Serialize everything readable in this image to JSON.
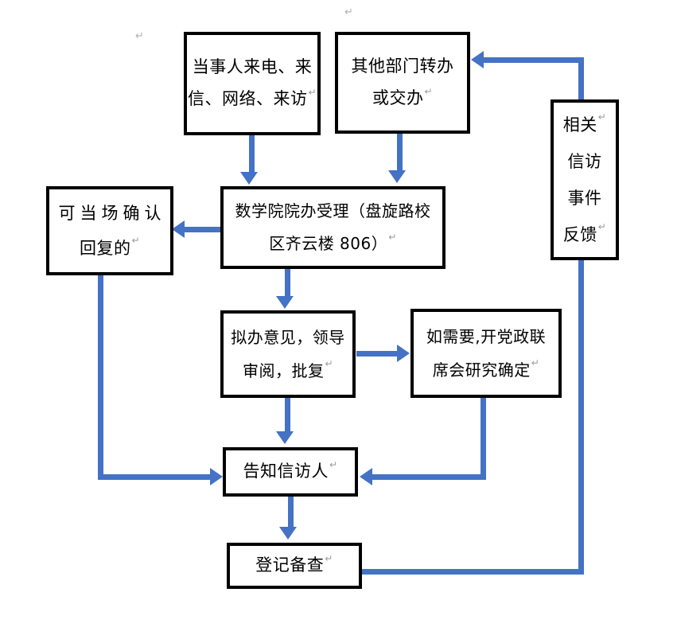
{
  "diagram": {
    "type": "flowchart",
    "title": "数学院信访受理流程图",
    "accent_color": "#4472C4",
    "border_color": "#000000",
    "background_color": "#ffffff",
    "pilcrow": "↵"
  },
  "nodes": [
    {
      "id": "party-contact",
      "name": "当事人来电、来信、网络、来访",
      "lines": [
        "当事人来电、来",
        "信、网络、来访"
      ]
    },
    {
      "id": "other-dept",
      "name": "其他部门转办或交办",
      "lines": [
        "其他部门转办",
        "或交办"
      ]
    },
    {
      "id": "feedback",
      "name": "相关信访事件反馈",
      "lines": [
        "相关",
        "信访",
        "事件",
        "反馈"
      ]
    },
    {
      "id": "onsite-reply",
      "name": "可当场确认回复的",
      "lines": [
        "可当场确认",
        "回复的"
      ]
    },
    {
      "id": "reception",
      "name": "数学院院办受理（盘旋路校区齐云楼806）",
      "lines": [
        "数学院院办受理（盘旋路校",
        "区齐云楼 806）"
      ]
    },
    {
      "id": "opinion",
      "name": "拟办意见，领导审阅，批复",
      "lines": [
        "拟办意见，领导",
        "审阅，批复"
      ]
    },
    {
      "id": "meeting",
      "name": "如需要,开党政联席会研究确定",
      "lines": [
        "如需要,开党政联",
        "席会研究确定"
      ]
    },
    {
      "id": "notify",
      "name": "告知信访人",
      "lines": [
        "告知信访人"
      ]
    },
    {
      "id": "register",
      "name": "登记备查",
      "lines": [
        "登记备查"
      ]
    }
  ],
  "edges": [
    {
      "from": "party-contact",
      "to": "reception",
      "direction": "down"
    },
    {
      "from": "other-dept",
      "to": "reception",
      "direction": "down"
    },
    {
      "from": "reception",
      "to": "onsite-reply",
      "direction": "left"
    },
    {
      "from": "reception",
      "to": "opinion",
      "direction": "down"
    },
    {
      "from": "opinion",
      "to": "meeting",
      "direction": "right"
    },
    {
      "from": "opinion",
      "to": "notify",
      "direction": "down"
    },
    {
      "from": "meeting",
      "to": "notify",
      "direction": "down-left"
    },
    {
      "from": "onsite-reply",
      "to": "notify",
      "direction": "down-right"
    },
    {
      "from": "notify",
      "to": "register",
      "direction": "down"
    },
    {
      "from": "register",
      "to": "feedback",
      "direction": "right-up"
    },
    {
      "from": "feedback",
      "to": "other-dept",
      "direction": "up-left"
    }
  ],
  "node_text": {
    "party-contact": {
      "l0": "当事人来电、来",
      "l1": "信、网络、来访"
    },
    "other-dept": {
      "l0": "其他部门转办",
      "l1": "或交办"
    },
    "feedback": {
      "l0": "相关",
      "l1": "信访",
      "l2": "事件",
      "l3": "反馈"
    },
    "onsite-reply": {
      "l0": "可当场确认",
      "l1": "回复的"
    },
    "reception": {
      "l0": "数学院院办受理（盘旋路校",
      "l1": "区齐云楼 806）"
    },
    "opinion": {
      "l0": "拟办意见，领导",
      "l1": "审阅，批复"
    },
    "meeting": {
      "l0": "如需要,开党政联",
      "l1": "席会研究确定"
    },
    "notify": {
      "l0": "告知信访人"
    },
    "register": {
      "l0": "登记备查"
    }
  },
  "stray_marks": [
    {
      "id": "mark-top-center",
      "glyph": "↵"
    },
    {
      "id": "mark-top-left",
      "glyph": "↵"
    }
  ]
}
